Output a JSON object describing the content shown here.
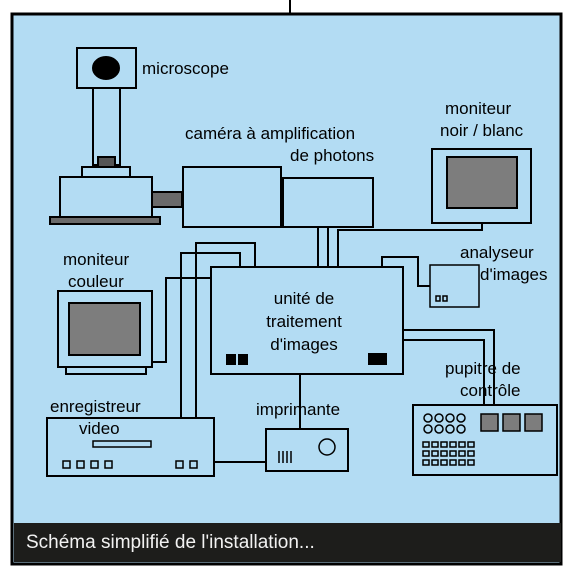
{
  "colors": {
    "background": "#b3dcf3",
    "line": "#000000",
    "screen": "#7d7d7d",
    "caption_bg": "#1d1d1b",
    "caption_text": "#f2f2f2"
  },
  "labels": {
    "microscope": "microscope",
    "camera_line1": "caméra à amplification",
    "camera_line2": "de photons",
    "bw_monitor_line1": "moniteur",
    "bw_monitor_line2": "noir / blanc",
    "color_monitor_line1": "moniteur",
    "color_monitor_line2": "couleur",
    "analyzer_line1": "analyseur",
    "analyzer_line2": "d'images",
    "processing_line1": "unité de",
    "processing_line2": "traitement",
    "processing_line3": "d'images",
    "recorder_line1": "enregistreur",
    "recorder_line2": "video",
    "printer": "imprimante",
    "console_line1": "pupitre de",
    "console_line2": "contrôle"
  },
  "caption": "Schéma simplifié de l'installation..."
}
